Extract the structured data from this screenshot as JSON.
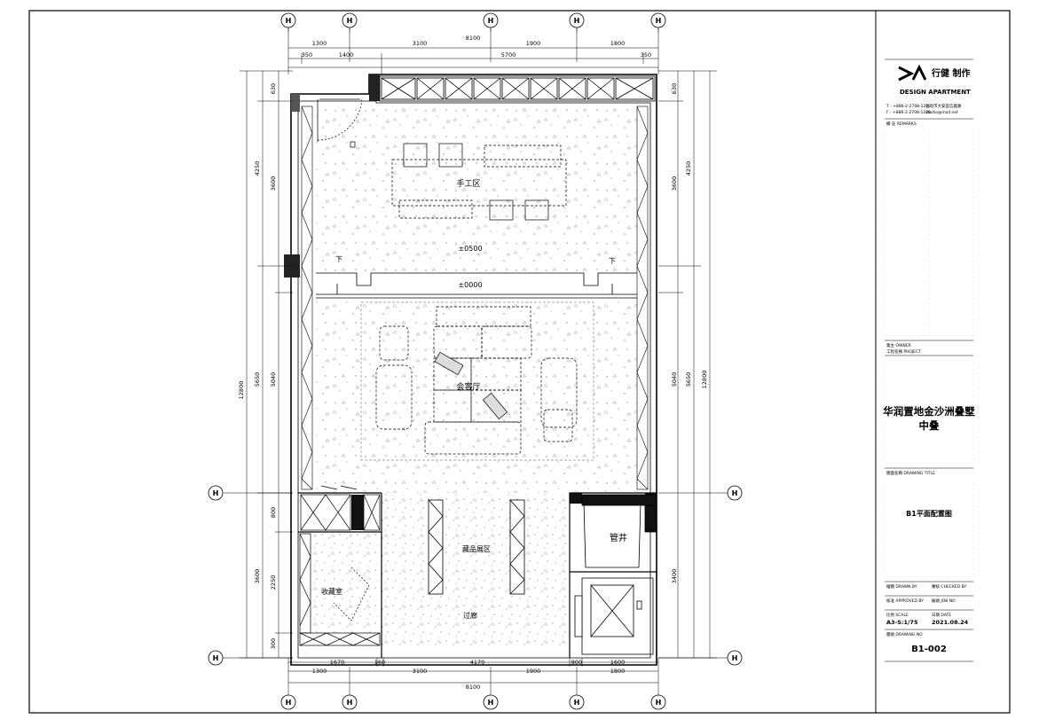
{
  "title_block": {
    "brand_mark": "DA",
    "brand_cn": "行健 制作",
    "brand_en": "DESIGN APARTMENT",
    "tel": "T : +886-2-2708-1222",
    "fax": "F : +886-2-2708-1228",
    "address": "台北市大安區信義路",
    "email": "studio@mail.net",
    "remarks_label": "備 註 REMARKS",
    "project_label": "工程名稱 PROJECT",
    "owner_label": "業主 OWNER",
    "project_name_line1": "华润置地金沙洲叠墅",
    "project_name_line2": "中叠",
    "drawing_title_label": "圖面名稱 DRAWING TITLE",
    "drawing_title": "B1平面配置图",
    "drawn_by_label": "繪圖 DRAWN BY",
    "checked_by_label": "審核 CHECKED BY",
    "approved_by_label": "核准 APPROVED BY",
    "job_no_label": "編號 JOB NO",
    "scale_label": "比例 SCALE",
    "scale_value": "A3-S:1/75",
    "date_label": "日期 DATE",
    "date_value": "2021.08.24",
    "drawing_no_label": "圖號 DRAWING NO",
    "drawing_no": "B1-002"
  },
  "plan": {
    "rooms": {
      "craft_area": "手工区",
      "level_upper": "±0500",
      "level_lower": "±0000",
      "step_down_left": "下",
      "step_down_right": "下",
      "meeting_hall": "会客厅",
      "collection_display": "藏品展区",
      "storage_room": "收藏室",
      "corridor": "过廊",
      "pipe_shaft": "管井"
    },
    "grid_labels": {
      "top": [
        "H",
        "H",
        "H",
        "H",
        "H"
      ],
      "left": [
        "H",
        "H"
      ],
      "right": [
        "H",
        "H"
      ],
      "bottom": [
        "H",
        "H",
        "H",
        "H",
        "H"
      ]
    },
    "dims_top_row1": [
      "1300",
      "3100",
      "1900",
      "1800"
    ],
    "dims_top_total": "8100",
    "dims_top_row2": [
      "350",
      "1400",
      "5700",
      "350"
    ],
    "dims_left_outer": [
      "4250",
      "12800",
      "3600"
    ],
    "dims_left_inner": [
      "630",
      "3600",
      "5650",
      "5040",
      "800",
      "2250",
      "300"
    ],
    "dims_right_inner": [
      "630",
      "3600",
      "5040",
      "3400"
    ],
    "dims_right_outer": [
      "4250",
      "5650",
      "12800"
    ],
    "dims_bottom_row1": [
      "1670",
      "160",
      "4170",
      "800",
      "1600"
    ],
    "dims_bottom_row2": [
      "1300",
      "3100",
      "1900",
      "1800"
    ],
    "dims_bottom_total": "8100"
  }
}
